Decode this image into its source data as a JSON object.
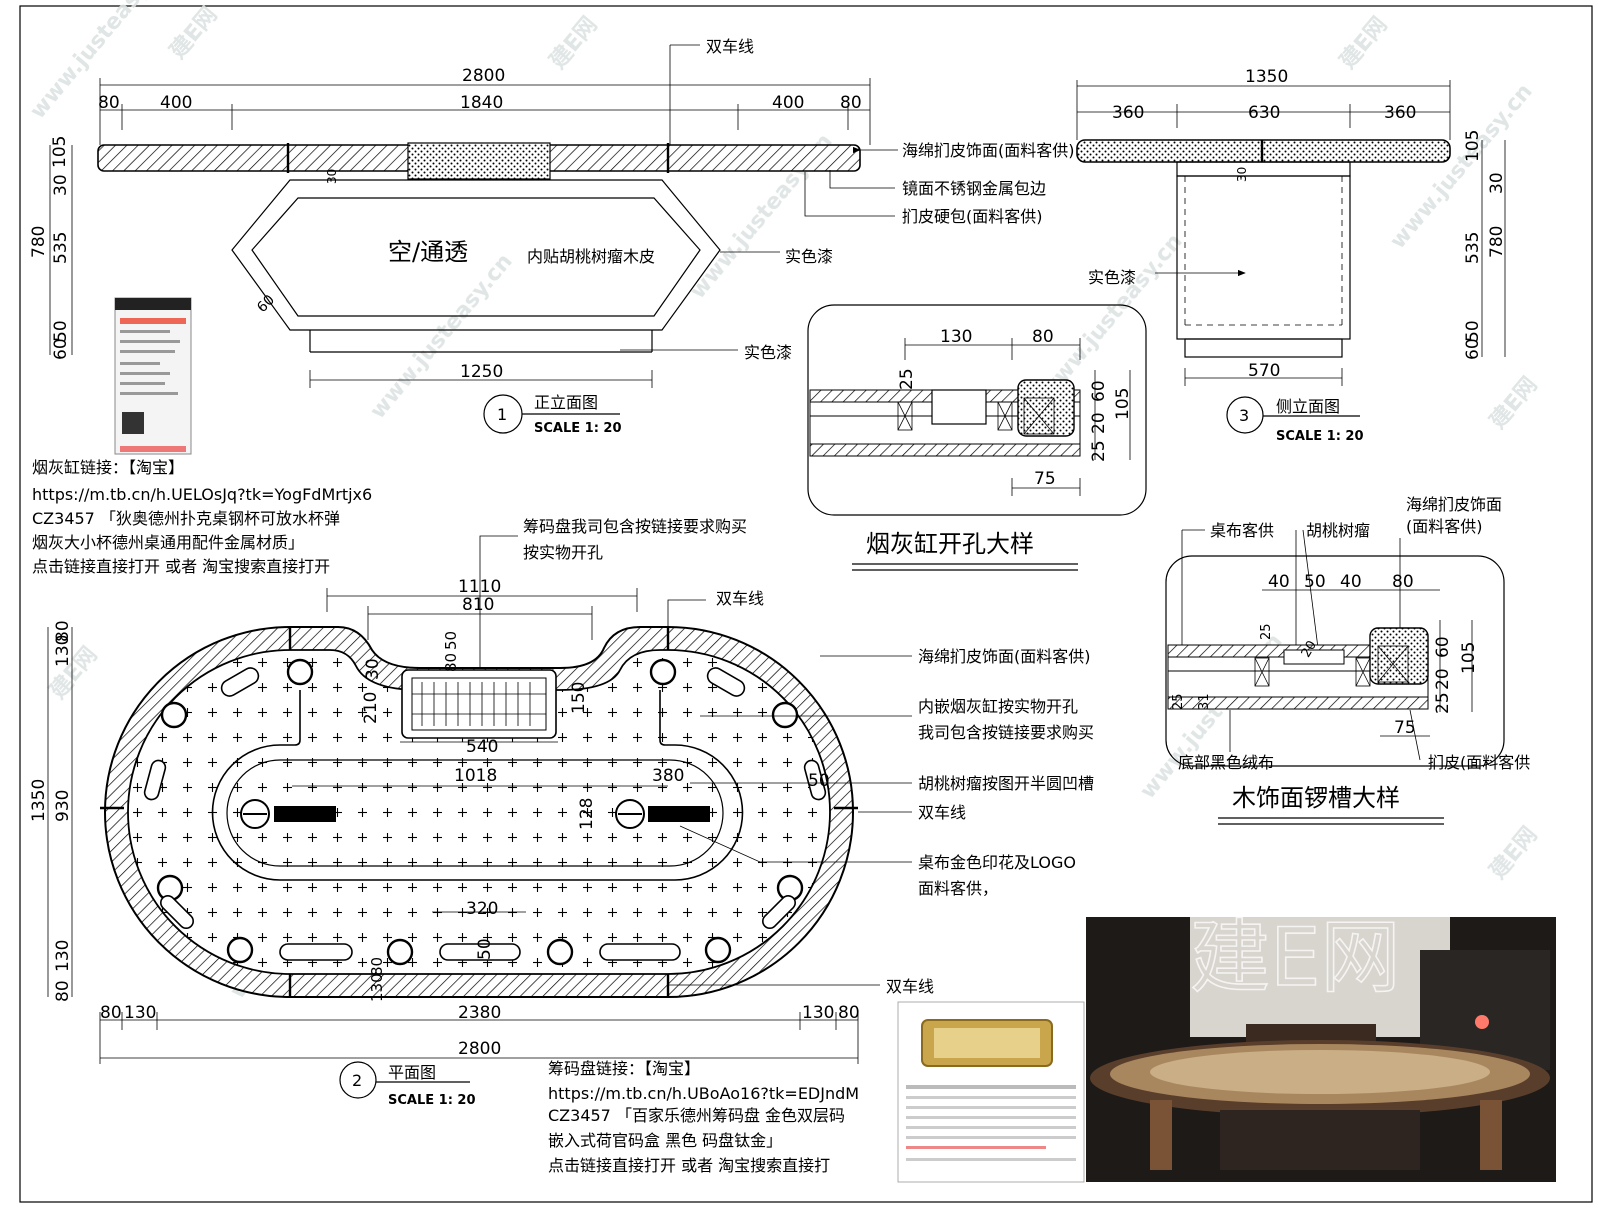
{
  "watermark": {
    "site": "www.justeasy.cn",
    "brand": "建E网"
  },
  "front_view": {
    "dims_top": {
      "total": "2800",
      "left_edge": "80",
      "left": "400",
      "center": "1840",
      "right": "400",
      "right_edge": "80"
    },
    "dims_left": {
      "top": "105",
      "mid": "30",
      "total": "780",
      "body": "535",
      "low": "50",
      "base": "60"
    },
    "inner_30": "30",
    "angle_60": "60",
    "bottom_width": "1250",
    "double_line": "双车线",
    "callouts": {
      "sponge": "海绵扪皮饰面(面料客供)",
      "mirror": "镜面不锈钢金属包边",
      "hardpack": "扪皮硬包(面料客供)",
      "paint": "实色漆",
      "paint2": "实色漆",
      "inner_veneer": "内贴胡桃树瘤木皮"
    },
    "hollow": "空/通透",
    "title": "正立面图",
    "num": "1",
    "scale": "SCALE 1: 20"
  },
  "side_view": {
    "dims_top": {
      "total": "1350",
      "left": "360",
      "center": "630",
      "right": "360"
    },
    "dims_right": {
      "top": "105",
      "mid": "30",
      "total": "780",
      "body": "535",
      "low": "50",
      "base": "60"
    },
    "inner_30": "30",
    "bottom_width": "570",
    "paint": "实色漆",
    "title": "侧立面图",
    "num": "3",
    "scale": "SCALE 1: 20"
  },
  "ashtray_detail": {
    "title": "烟灰缸开孔大样",
    "dims": {
      "a": "130",
      "b": "80",
      "c": "25",
      "d": "60",
      "e": "20",
      "f": "25",
      "g": "105",
      "h": "75"
    }
  },
  "wood_detail": {
    "title": "木饰面锣槽大样",
    "labels": {
      "cloth": "桌布客供",
      "walnut": "胡桃树瘤",
      "sponge": "海绵扪皮饰面",
      "sponge2": "(面料客供)",
      "velvet": "底部黑色绒布",
      "leather": "扪皮(面料客供"
    },
    "dims": {
      "a": "40",
      "b": "50",
      "c": "40",
      "d": "80",
      "e": "25",
      "f": "25",
      "g": "31",
      "h": "60",
      "i": "20",
      "j": "25",
      "k": "105",
      "l": "75",
      "m": "20"
    }
  },
  "ashtray_link": {
    "line1": "烟灰缸链接：【淘宝】",
    "line2": "https://m.tb.cn/h.UELOsJq?tk=YogFdMrtjx6",
    "line3": "CZ3457 「狄奥德州扑克桌钢杯可放水杯弹",
    "line4": "烟灰大小杯德州桌通用配件金属材质」",
    "line5": "点击链接直接打开 或者 淘宝搜索直接打开"
  },
  "plan_view": {
    "chip_note1": "筹码盘我司包含按链接要求购买",
    "chip_note2": "按实物开孔",
    "dims": {
      "w1110": "1110",
      "w810": "810",
      "w540": "540",
      "w1018": "1018",
      "w380": "380",
      "w320": "320",
      "h150": "150",
      "h210": "210",
      "h30": "30",
      "h128": "128",
      "h50": "50",
      "h50b": "50",
      "h80": "80",
      "h30b": "30",
      "left_130": "130",
      "left_80": "80",
      "left_1350": "1350",
      "left_930": "930",
      "left_130b": "130",
      "left_80b": "80",
      "bot_80": "80",
      "bot_130": "130",
      "bot_80b": "80",
      "bot_130b": "130",
      "bot_2380": "2380",
      "bot_2800": "2800",
      "v50": "50"
    },
    "callouts": {
      "double1": "双车线",
      "sponge": "海绵扪皮饰面(面料客供)",
      "ashtray1": "内嵌烟灰缸按实物开孔",
      "ashtray2": "我司包含按链接要求购买",
      "walnut": "胡桃树瘤按图开半圆凹槽",
      "double2": "双车线",
      "logo1": "桌布金色印花及LOGO",
      "logo2": "面料客供，",
      "double3": "双车线"
    },
    "title": "平面图",
    "num": "2",
    "scale": "SCALE 1: 20"
  },
  "chip_link": {
    "line1": "筹码盘链接：【淘宝】",
    "line2": "https://m.tb.cn/h.UBoAo16?tk=EDJndM",
    "line3": "CZ3457 「百家乐德州筹码盘 金色双层码",
    "line4": "嵌入式荷官码盒 黑色 码盘钛金」",
    "line5": "点击链接直接打开 或者 淘宝搜索直接打"
  },
  "photo_brand": "建E网"
}
